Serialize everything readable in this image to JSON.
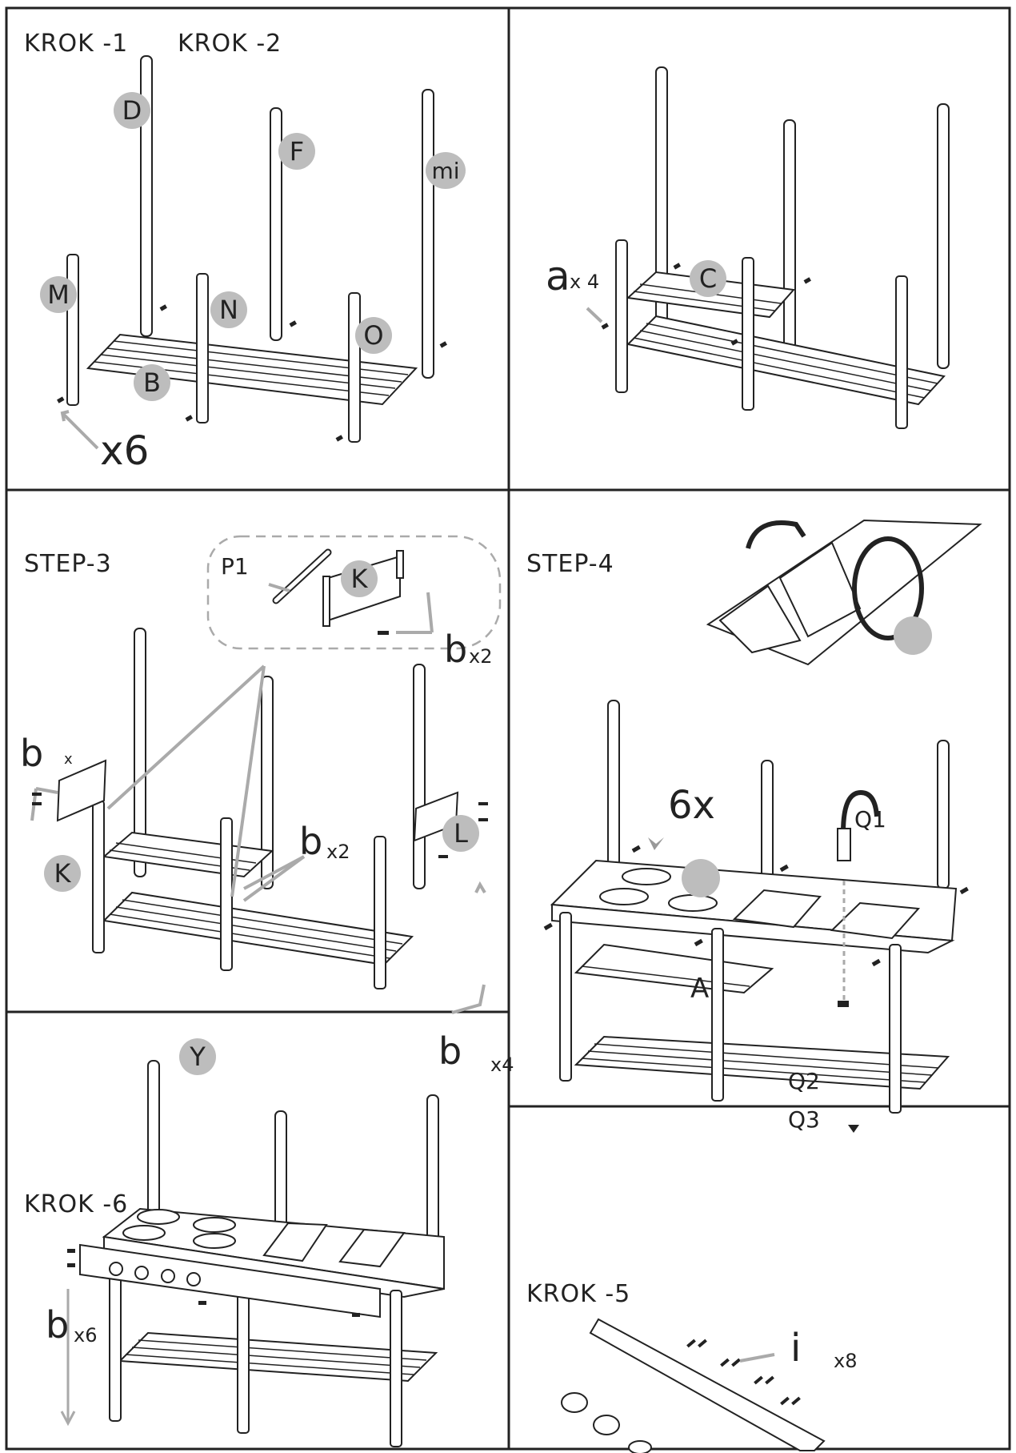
{
  "steps": {
    "krok1": "KROK -1",
    "krok2": "KROK -2",
    "step3": "STEP-3",
    "step4": "STEP-4",
    "krok5": "KROK -5",
    "krok6": "KROK -6"
  },
  "parts": {
    "D": "D",
    "F": "F",
    "mi": "mi",
    "M": "M",
    "N": "N",
    "O": "O",
    "B": "B",
    "C": "C",
    "K": "K",
    "K2": "K",
    "L": "L",
    "Y": "Y",
    "A": "A",
    "P1": "P1",
    "Q1": "Q1",
    "Q2": "Q2",
    "Q3": "Q3"
  },
  "hardware": {
    "x6": "x6",
    "a_letter": "a",
    "a_count": "x 4",
    "b_letter": "b",
    "b_x2_count": "x2",
    "b_side": "b",
    "b_side_x": "x",
    "b_mid_count": "x2",
    "sixx": "6x",
    "b_x4_letter": "b",
    "b_x4_count": "x4",
    "b_x6_letter": "b",
    "b_x6_count": "x6",
    "i_letter": "i",
    "i_count": "x8"
  }
}
